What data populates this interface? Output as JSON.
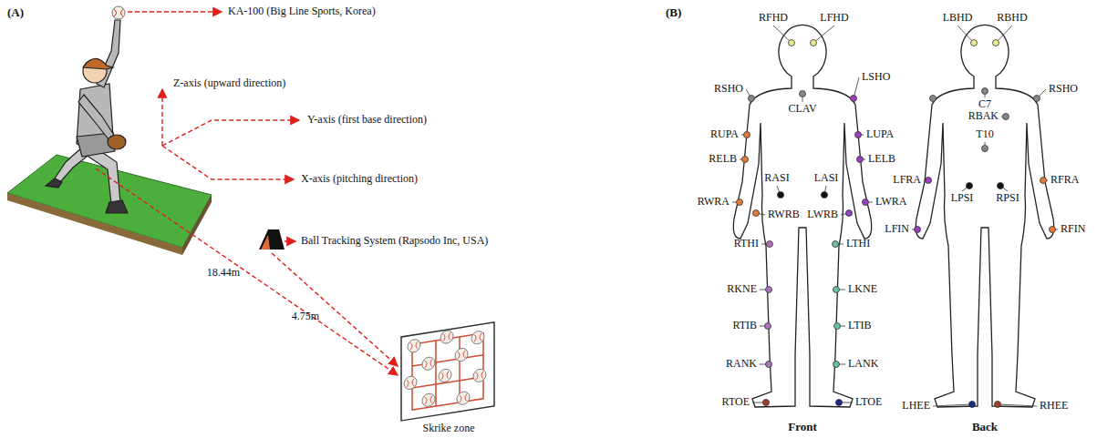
{
  "diagram": {
    "labels": [
      "(A)",
      "KA-100 (Big Line Sports, Korea)",
      "Z-axis (upward direction)",
      "Y-axis (first base direction)",
      "X-axis (pitching direction)",
      "Ball Tracking System (Rapsodo Inc, USA)",
      "18.44m",
      "4.75m",
      "Skrike zone",
      "(B)",
      "RFHD",
      "LFHD",
      "RSHO",
      "LSHO",
      "CLAV",
      "RUPA",
      "LUPA",
      "RELB",
      "LELB",
      "RASI",
      "LASI",
      "RWRA",
      "LWRA",
      "RWRB",
      "LWRB",
      "RTHI",
      "LTHI",
      "RKNE",
      "LKNE",
      "RTIB",
      "LTIB",
      "RANK",
      "LANK",
      "RTOE",
      "LTOE",
      "Front",
      "LBHD",
      "RBHD",
      "C7",
      "RSHO",
      "RBAK",
      "T10",
      "LFRA",
      "RFRA",
      "LPSI",
      "RPSI",
      "LFIN",
      "RFIN",
      "LHEE",
      "RHEE",
      "Back"
    ]
  }
}
